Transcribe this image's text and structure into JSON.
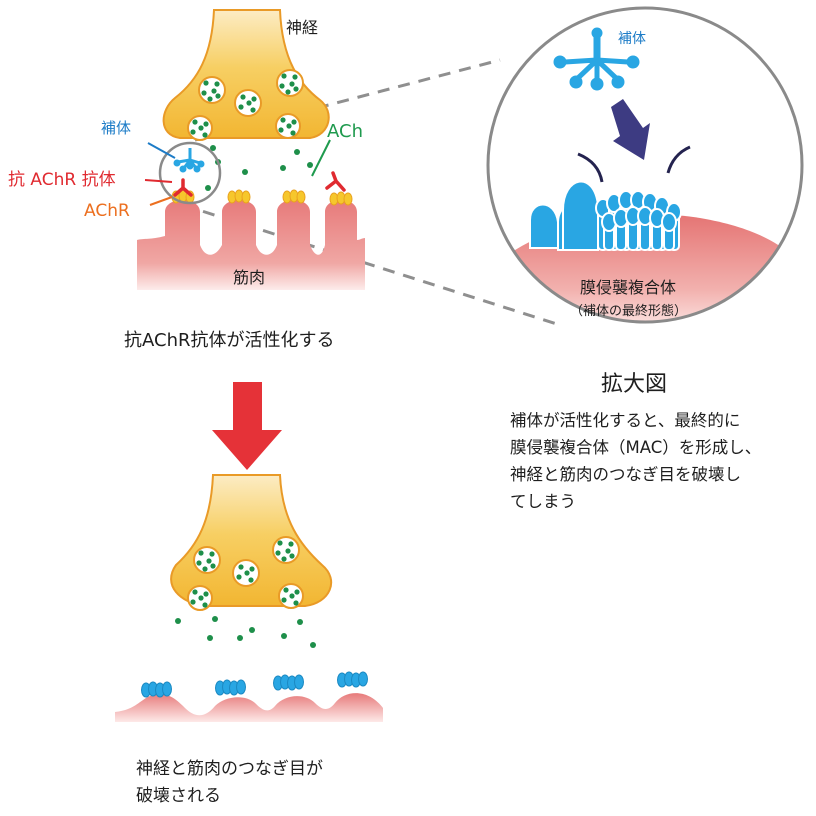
{
  "colors": {
    "nerve_fill": "#f2b632",
    "nerve_light": "#fbe8b8",
    "nerve_stroke": "#e99a27",
    "ach_dot": "#1e8f4a",
    "muscle_fill": "#e98382",
    "muscle_light": "#fbe2e0",
    "complement_blue": "#29a6e3",
    "antibody_red": "#e02a30",
    "achr_yellow": "#f6c72c",
    "achr_label_orange": "#ec6f1f",
    "ach_label_green": "#1f9a4e",
    "complement_label_blue": "#1d7cc7",
    "arrow_red": "#e53238",
    "arrow_navy": "#3d3b82",
    "zoom_circle": "#8a8a8a"
  },
  "top_diagram": {
    "nerve_label": "神経",
    "muscle_label": "筋肉",
    "complement_label": "補体",
    "ach_label": "ACh",
    "antibody_label": "抗 AChR 抗体",
    "achr_label": "AChR",
    "caption": "抗AChR抗体が活性化する"
  },
  "zoom_view": {
    "complement_label": "補体",
    "mac_label": "膜侵襲複合体",
    "mac_sublabel": "（補体の最終形態）",
    "title": "拡大図",
    "description_lines": [
      "補体が活性化すると、最終的に",
      "膜侵襲複合体（MAC）を形成し、",
      "神経と筋肉のつなぎ目を破壊し",
      "てしまう"
    ]
  },
  "bottom_diagram": {
    "caption_lines": [
      "神経と筋肉のつなぎ目が",
      "破壊される"
    ]
  }
}
